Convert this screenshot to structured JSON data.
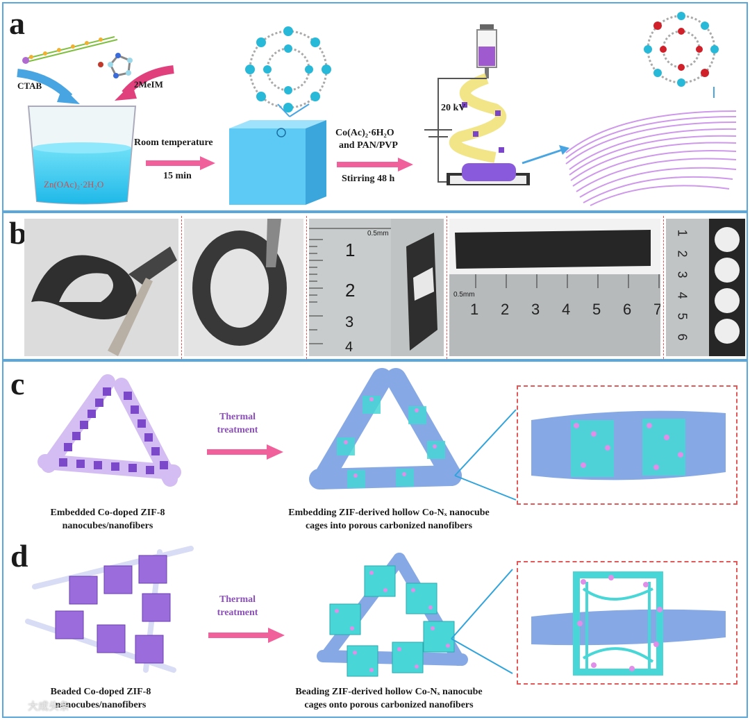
{
  "panel_a": {
    "label": "a",
    "ctab": "CTAB",
    "mim": "2MeIM",
    "solution": "Zn(OAc)₂·2H₂O",
    "step1_line1": "Room temperature",
    "step1_line2": "15 min",
    "step2_line1": "Co(Ac)₂·6H₂O",
    "step2_line2": "and PAN/PVP",
    "step2_line3": "Stirring 48 h",
    "voltage": "20 kV"
  },
  "panel_b": {
    "label": "b",
    "ruler1_ticks": [
      "1",
      "2",
      "3",
      "4"
    ],
    "ruler1_unit": "0.5mm",
    "ruler2_ticks": [
      "1",
      "2",
      "3",
      "4",
      "5",
      "6",
      "7"
    ],
    "ruler2_unit": "0.5mm",
    "ruler3_ticks": [
      "1",
      "2",
      "3",
      "4",
      "5",
      "6"
    ]
  },
  "panel_c": {
    "label": "c",
    "arrow_line1": "Thermal",
    "arrow_line2": "treatment",
    "left_line1": "Embedded Co-doped ZIF-8",
    "left_line2": "nanocubes/nanofibers",
    "right_line1": "Embedding ZIF-derived hollow Co-Nₓ nanocube",
    "right_line2": "cages into porous carbonized nanofibers"
  },
  "panel_d": {
    "label": "d",
    "arrow_line1": "Thermal",
    "arrow_line2": "treatment",
    "left_line1": "Beaded Co-doped ZIF-8",
    "left_line2": "nanocubes/nanofibers",
    "right_line1": "Beading ZIF-derived hollow Co-Nₓ nanocube",
    "right_line2": "cages onto porous carbonized nanofibers"
  },
  "watermark": "大成头条",
  "colors": {
    "border": "#5aa7dc",
    "purple_text": "#8a4fb6",
    "arrow_pink": "#f0609a",
    "cube_blue": "#58c3f0",
    "fiber_blue": "#86a9e6",
    "cage_cyan": "#48d6d6",
    "nanocube_purple": "#9b6cdc"
  }
}
